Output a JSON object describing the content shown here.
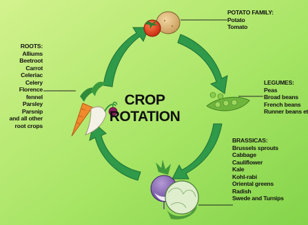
{
  "title": {
    "line1": "CROP",
    "line2": "ROTATION"
  },
  "potato": {
    "heading": "POTATO FAMILY:",
    "items": [
      "Potato",
      "Tomato"
    ]
  },
  "legumes": {
    "heading": "LEGUMES:",
    "items": [
      "Peas",
      "Broad beans",
      "French beans",
      "Runner beans etc"
    ]
  },
  "brassicas": {
    "heading": "BRASSICAS:",
    "items": [
      "Brussels sprouts",
      "Cabbage",
      "Cauliflower",
      "Kale",
      "Kohl-rabi",
      "Oriental greens",
      "Radish",
      "Swede and Turnips"
    ]
  },
  "roots": {
    "heading": "ROOTS:",
    "items": [
      "Alliums",
      "Beetroot",
      "Carrot",
      "Celeriac",
      "Celery",
      "Florence",
      "fennel",
      "Parsley",
      "Parsnip",
      "and all other",
      "root crops"
    ]
  },
  "colors": {
    "background_light": "#c9ee86",
    "background_dark": "#8fd94e",
    "arrow": "#2e9a4a"
  }
}
